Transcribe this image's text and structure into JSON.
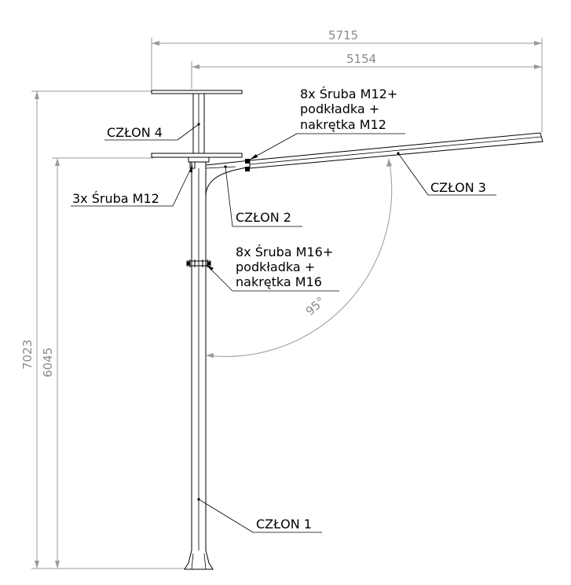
{
  "dimensions": {
    "overall_width": "5715",
    "arm_width": "5154",
    "overall_height": "7023",
    "pole_height": "6045",
    "angle": "95°"
  },
  "labels": {
    "czlon1": "CZŁON 1",
    "czlon2": "CZŁON 2",
    "czlon3": "CZŁON 3",
    "czlon4": "CZŁON 4",
    "bolts_m12_top": [
      "8x Śruba M12+",
      "podkładka +",
      "nakrętka M12"
    ],
    "bolts_m12_3x": "3x Śruba M12",
    "bolts_m16": [
      "8x Śruba M16+",
      "podkładka +",
      "nakrętka M16"
    ]
  }
}
